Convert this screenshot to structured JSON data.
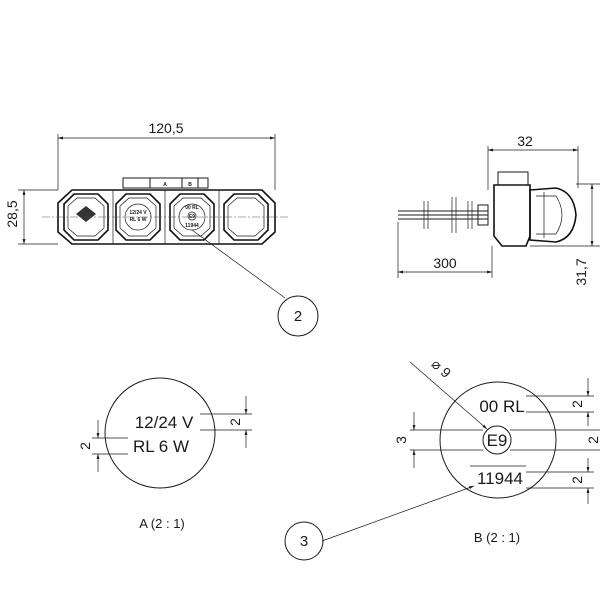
{
  "dimensions": {
    "width_front": "120,5",
    "height_front": "28,5",
    "depth_side": "32",
    "cable_length": "300",
    "height_side": "31,7",
    "gap_a1": "2",
    "gap_a2": "2",
    "gap_b_top": "2",
    "gap_b_mid": "2",
    "gap_b_bot": "2",
    "gap_b_left": "3",
    "gap_b_right": "2",
    "diameter": "⌀ 9"
  },
  "callouts": {
    "ref_2": "2",
    "ref_3": "3"
  },
  "detail_a": {
    "line1": "12/24 V",
    "line2": "RL 6 W",
    "caption": "A (2 : 1)"
  },
  "detail_b": {
    "code": "00 RL",
    "approval": "E9",
    "number": "11944",
    "caption": "B (2 : 1)"
  },
  "front_marks": {
    "label_a": "A",
    "label_b": "B",
    "v_text": "12/24 V",
    "w_text": "RL 6 W",
    "code_text": "00 RL",
    "approval_text": "E9",
    "num_text": "11944"
  }
}
